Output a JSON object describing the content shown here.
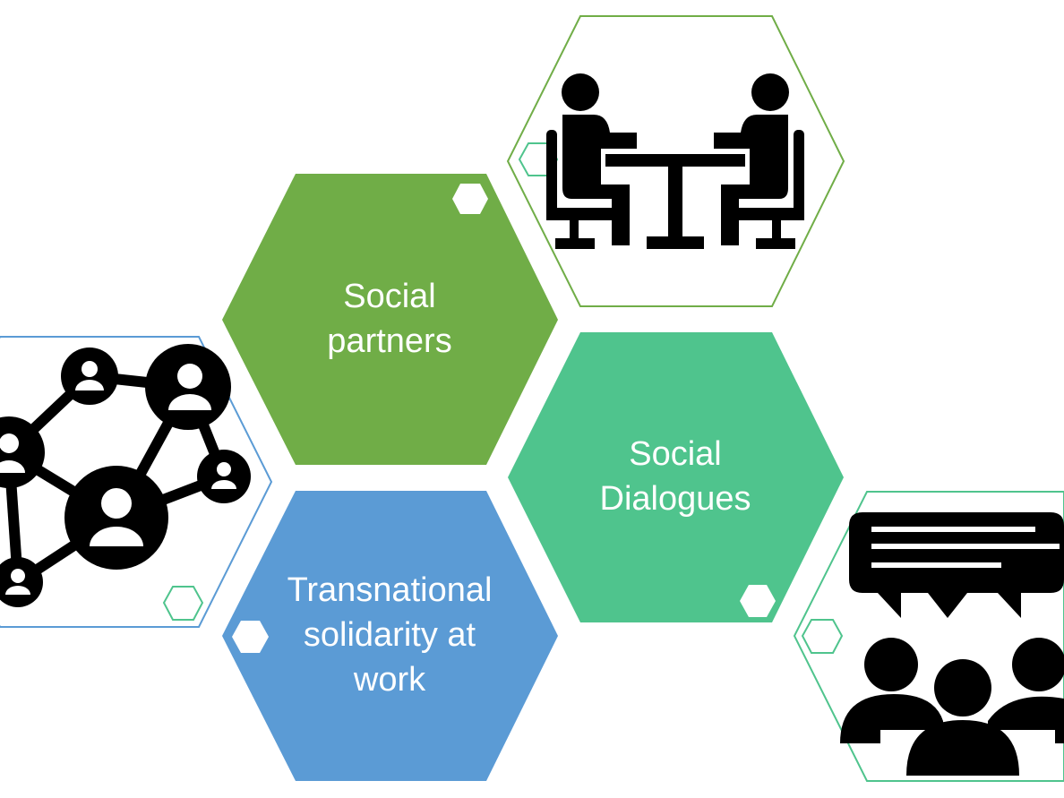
{
  "hexagons": {
    "social_partners": {
      "label": "Social partners",
      "line1": "Social",
      "line2": "partners",
      "color": "#70AD47"
    },
    "social_dialogues": {
      "label": "Social Dialogues",
      "line1": "Social",
      "line2": "Dialogues",
      "color": "#4FC48D"
    },
    "transnational": {
      "label": "Transnational solidarity at work",
      "line1": "Transnational",
      "line2": "solidarity at",
      "line3": "work",
      "color": "#5B9BD5"
    }
  },
  "icons": [
    "meeting-at-table-icon",
    "network-people-icon",
    "group-discussion-icon"
  ]
}
